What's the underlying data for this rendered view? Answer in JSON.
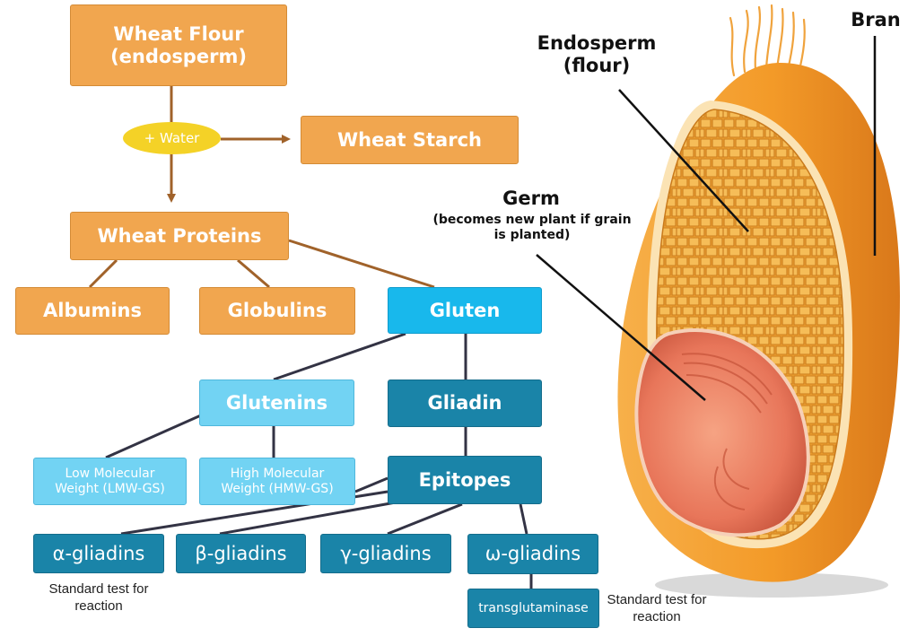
{
  "flow": {
    "wheat_flour": "Wheat Flour (endosperm)",
    "water": "+ Water",
    "wheat_starch": "Wheat Starch",
    "wheat_proteins": "Wheat Proteins",
    "albumins": "Albumins",
    "globulins": "Globulins",
    "gluten": "Gluten",
    "glutenins": "Glutenins",
    "gliadin": "Gliadin",
    "lmw": "Low Molecular Weight (LMW-GS)",
    "hmw": "High Molecular Weight (HMW-GS)",
    "epitopes": "Epitopes",
    "alpha": "α-gliadins",
    "beta": "β-gliadins",
    "gamma": "γ-gliadins",
    "omega": "ω-gliadins",
    "transglutaminase": "transglutaminase",
    "note_alpha": "Standard test for reaction",
    "note_tg": "Standard test for reaction"
  },
  "grain": {
    "bran": "Bran",
    "endosperm": "Endosperm (flour)",
    "germ": "Germ",
    "germ_sub": "(becomes new plant if grain is planted)"
  },
  "colors": {
    "orange_box": "#f1a64f",
    "water_oval": "#f4d227",
    "gluten_box": "#18b8ec",
    "glutenins_box": "#72d3f3",
    "dark_teal_box": "#1a84a8",
    "flow_arrow": "#a0622a",
    "connector": "#333344"
  }
}
